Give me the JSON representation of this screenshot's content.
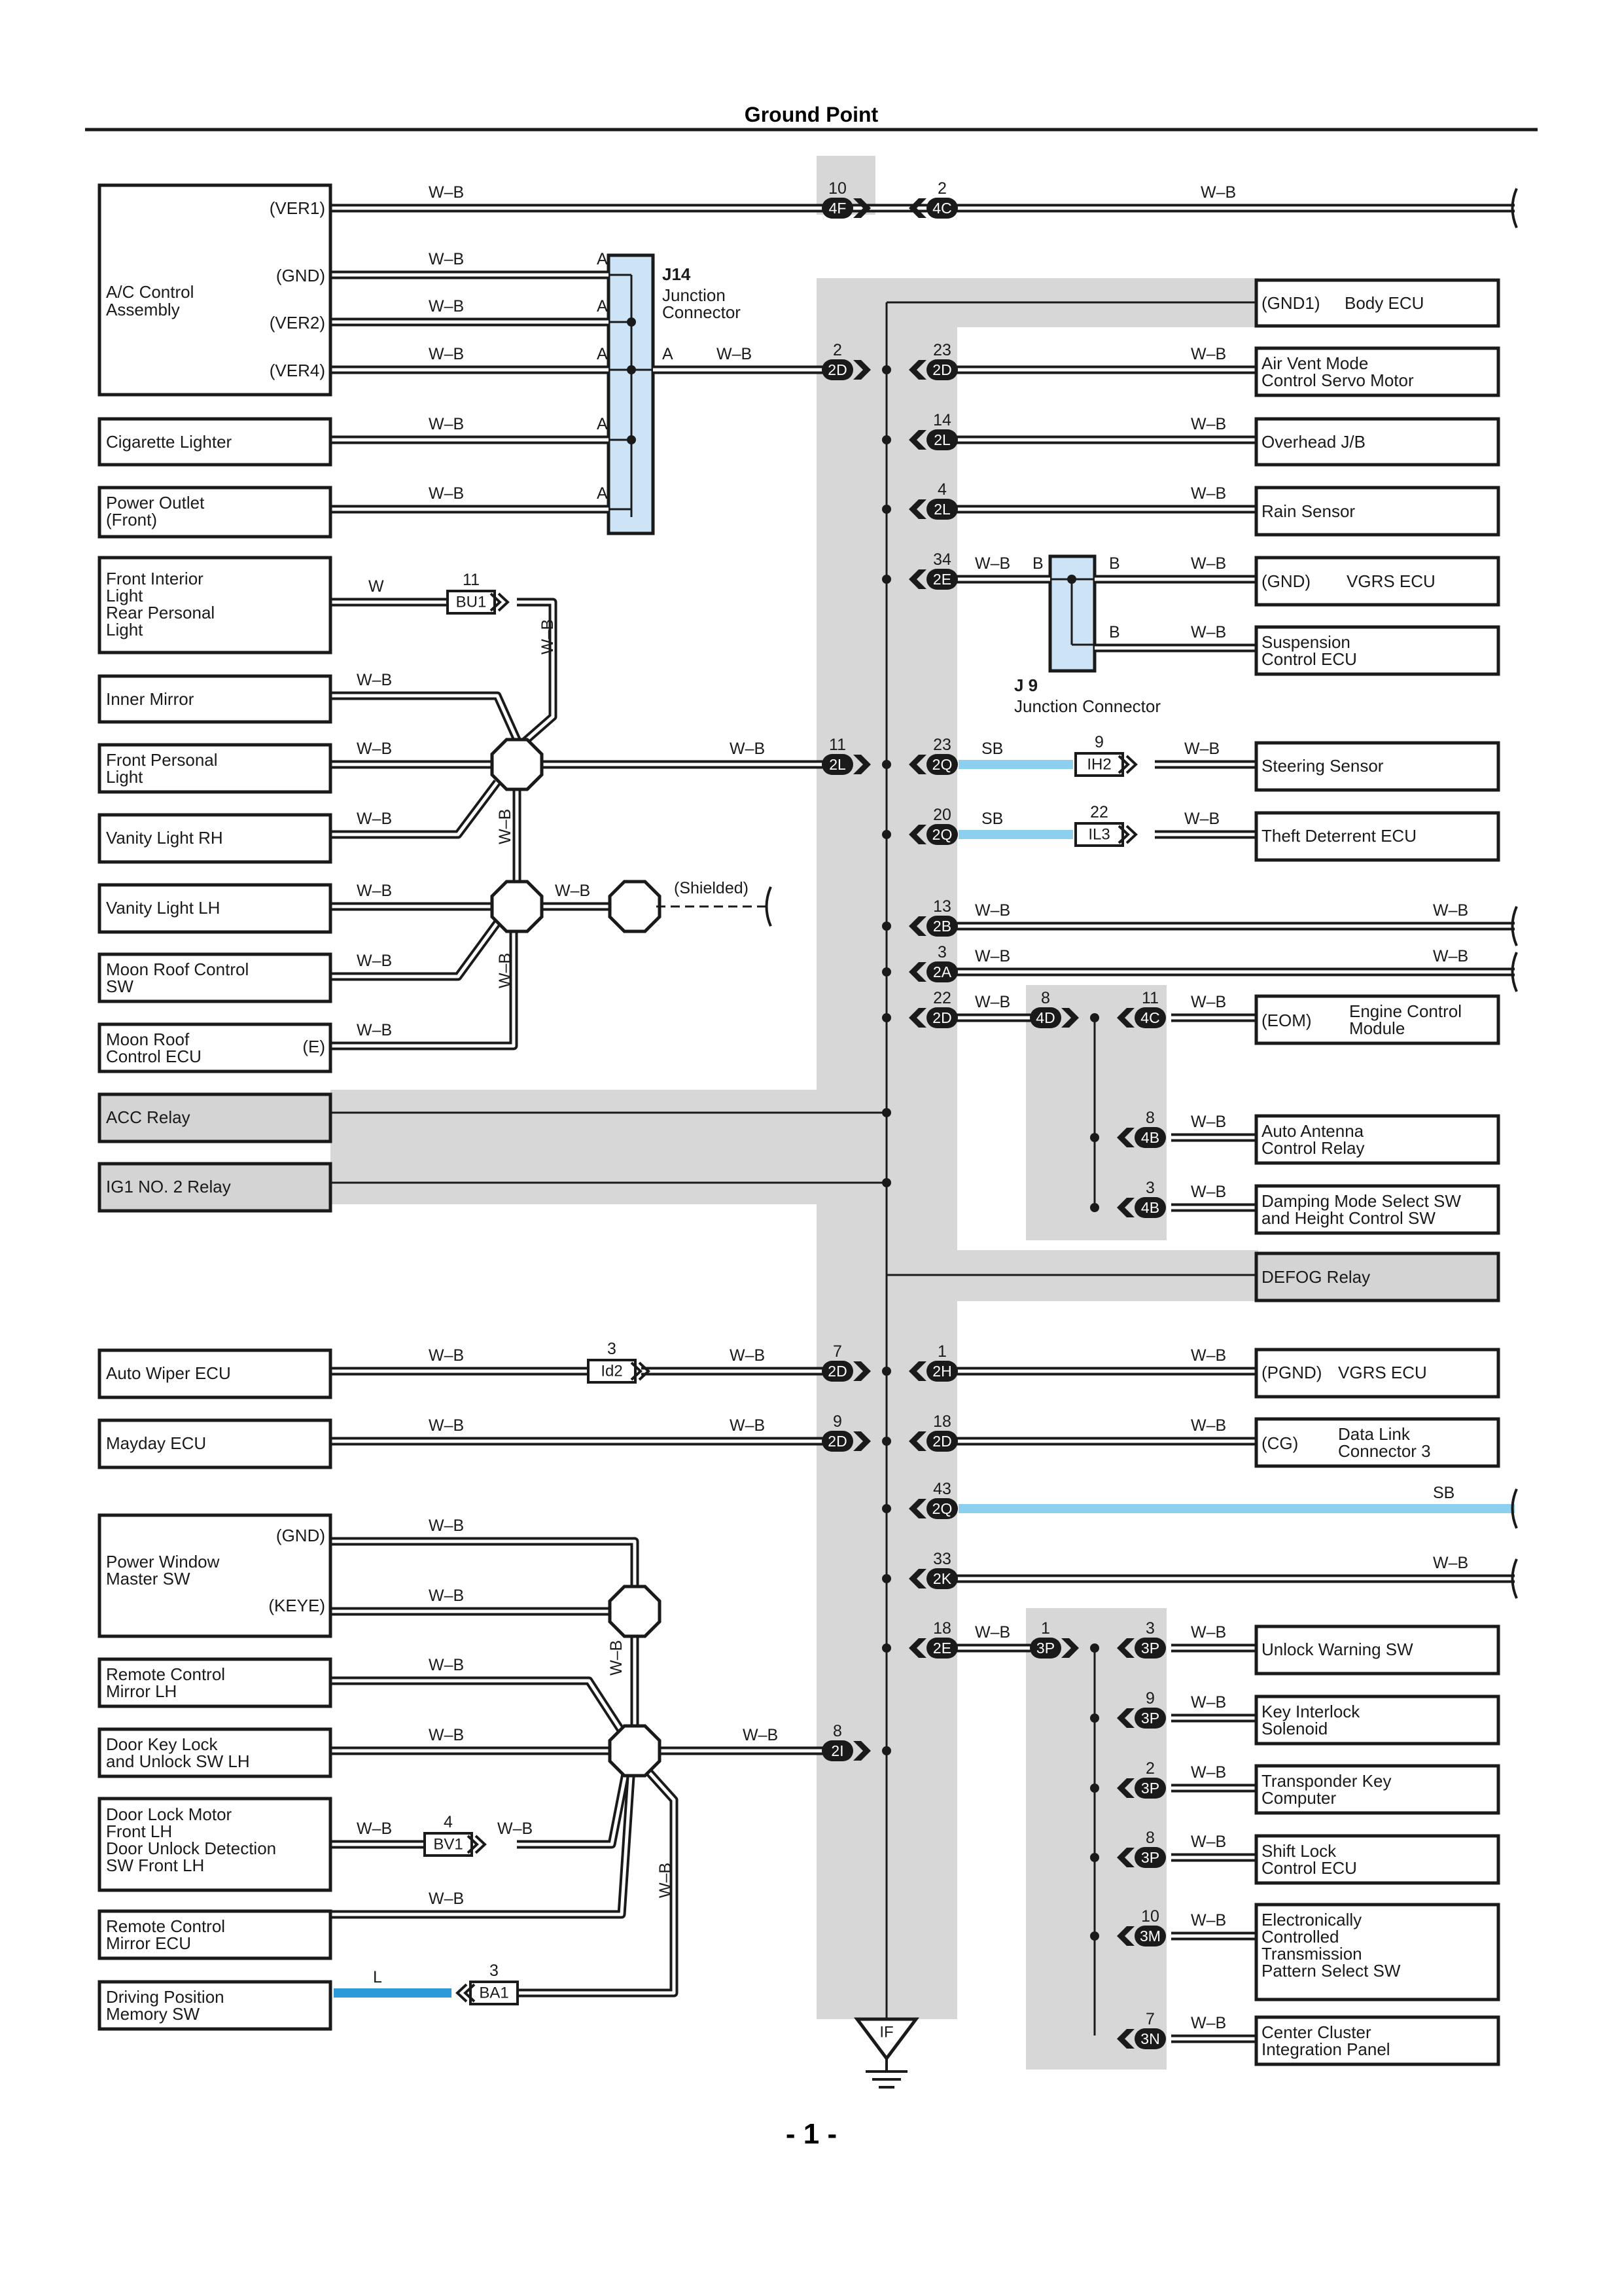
{
  "page": {
    "title": "Ground Point",
    "number": "- 1 -"
  },
  "colors": {
    "wire": "#1a1a1a",
    "wire_fill": "#ffffff",
    "shade": "#d7d7d7",
    "junction_fill": "#cce4f6",
    "sb_wire": "#8ccfef",
    "l_wire": "#2b9ad8",
    "connector_fill": "#1a1a1a"
  },
  "left_components": {
    "ac_control": {
      "name_1": "A/C Control",
      "name_2": "Assembly",
      "pin_ver1": "(VER1)",
      "pin_gnd": "(GND)",
      "pin_ver2": "(VER2)",
      "pin_ver4": "(VER4)"
    },
    "cigarette_lighter": "Cigarette Lighter",
    "power_outlet": {
      "line1": "Power Outlet",
      "line2": "(Front)"
    },
    "front_interior": {
      "line1": "Front Interior",
      "line2": "Light",
      "line3": "Rear Personal",
      "line4": "Light"
    },
    "inner_mirror": "Inner Mirror",
    "front_personal": {
      "line1": "Front Personal",
      "line2": "Light"
    },
    "vanity_rh": "Vanity Light RH",
    "vanity_lh": "Vanity Light LH",
    "moon_roof_sw": {
      "line1": "Moon Roof Control",
      "line2": "SW"
    },
    "moon_roof_ecu": {
      "line1": "Moon Roof",
      "line2": "Control ECU",
      "pin": "(E)"
    },
    "acc_relay": "ACC Relay",
    "ig1_relay": "IG1 NO. 2 Relay",
    "auto_wiper": "Auto Wiper ECU",
    "mayday": "Mayday ECU",
    "power_window": {
      "line1": "Power Window",
      "line2": "Master SW",
      "pin_gnd": "(GND)",
      "pin_keye": "(KEYE)"
    },
    "remote_mirror_lh": {
      "line1": "Remote Control",
      "line2": "Mirror LH"
    },
    "door_key_lock": {
      "line1": "Door Key Lock",
      "line2": "and Unlock SW LH"
    },
    "door_lock_motor": {
      "line1": "Door Lock Motor",
      "line2": "Front LH",
      "line3": "Door Unlock Detection",
      "line4": "SW Front LH"
    },
    "remote_mirror_ecu": {
      "line1": "Remote Control",
      "line2": "Mirror ECU"
    },
    "driving_position": {
      "line1": "Driving Position",
      "line2": "Memory SW"
    }
  },
  "right_components": {
    "body_ecu": {
      "pin": "(GND1)",
      "name": "Body ECU"
    },
    "air_vent": {
      "line1": "Air Vent Mode",
      "line2": "Control Servo Motor"
    },
    "overhead_jb": "Overhead J/B",
    "rain_sensor": "Rain Sensor",
    "vgrs_ecu_1": {
      "pin": "(GND)",
      "name": "VGRS ECU"
    },
    "suspension": {
      "line1": "Suspension",
      "line2": "Control ECU"
    },
    "steering_sensor": "Steering Sensor",
    "theft_deterrent": "Theft Deterrent ECU",
    "engine_control": {
      "pin": "(EOM)",
      "line1": "Engine Control",
      "line2": "Module"
    },
    "auto_antenna": {
      "line1": "Auto Antenna",
      "line2": "Control Relay"
    },
    "damping_mode": {
      "line1": "Damping Mode Select SW",
      "line2": "and Height Control SW"
    },
    "defog_relay": "DEFOG Relay",
    "vgrs_ecu_2": {
      "pin": "(PGND)",
      "name": "VGRS ECU"
    },
    "data_link": {
      "pin": "(CG)",
      "line1": "Data Link",
      "line2": "Connector 3"
    },
    "unlock_warning": "Unlock Warning SW",
    "key_interlock": {
      "line1": "Key Interlock",
      "line2": "Solenoid"
    },
    "transponder": {
      "line1": "Transponder Key",
      "line2": "Computer"
    },
    "shift_lock": {
      "line1": "Shift Lock",
      "line2": "Control ECU"
    },
    "ectp": {
      "line1": "Electronically",
      "line2": "Controlled",
      "line3": "Transmission",
      "line4": "Pattern Select SW"
    },
    "center_cluster": {
      "line1": "Center Cluster",
      "line2": "Integration Panel"
    }
  },
  "junctions": {
    "j14": {
      "id": "J14",
      "line1": "Junction",
      "line2": "Connector",
      "pin": "A"
    },
    "j9": {
      "id": "J 9",
      "name": "Junction Connector",
      "pin": "B"
    }
  },
  "wire_colors": {
    "wb": "W–B",
    "w": "W",
    "sb": "SB",
    "l": "L"
  },
  "shielded": "(Shielded)",
  "ground": "IF",
  "connectors": {
    "c4F": {
      "code": "4F",
      "pin": "10"
    },
    "c4C_top": {
      "code": "4C",
      "pin": "2"
    },
    "c2D_a": {
      "code": "2D",
      "pin": "2"
    },
    "c2D_b": {
      "code": "2D",
      "pin": "23"
    },
    "c2L_a": {
      "code": "2L",
      "pin": "14"
    },
    "c2L_b": {
      "code": "2L",
      "pin": "4"
    },
    "c2E_a": {
      "code": "2E",
      "pin": "34"
    },
    "c2L_c": {
      "code": "2L",
      "pin": "11"
    },
    "c2Q_a": {
      "code": "2Q",
      "pin": "23"
    },
    "c2Q_b": {
      "code": "2Q",
      "pin": "20"
    },
    "c2B": {
      "code": "2B",
      "pin": "13"
    },
    "c2A": {
      "code": "2A",
      "pin": "3"
    },
    "c2D_c": {
      "code": "2D",
      "pin": "22"
    },
    "c4D": {
      "code": "4D",
      "pin": "8"
    },
    "c4C": {
      "code": "4C",
      "pin": "11"
    },
    "c4B_a": {
      "code": "4B",
      "pin": "8"
    },
    "c4B_b": {
      "code": "4B",
      "pin": "3"
    },
    "c2D_d": {
      "code": "2D",
      "pin": "7"
    },
    "c2H": {
      "code": "2H",
      "pin": "1"
    },
    "c2D_e": {
      "code": "2D",
      "pin": "9"
    },
    "c2D_f": {
      "code": "2D",
      "pin": "18"
    },
    "c2Q_c": {
      "code": "2Q",
      "pin": "43"
    },
    "c2K": {
      "code": "2K",
      "pin": "33"
    },
    "c2E_b": {
      "code": "2E",
      "pin": "18"
    },
    "c3P_in": {
      "code": "3P",
      "pin": "1"
    },
    "c3P_a": {
      "code": "3P",
      "pin": "3"
    },
    "c3P_b": {
      "code": "3P",
      "pin": "9"
    },
    "c3P_c": {
      "code": "3P",
      "pin": "2"
    },
    "c3P_d": {
      "code": "3P",
      "pin": "8"
    },
    "c3M": {
      "code": "3M",
      "pin": "10"
    },
    "c3N": {
      "code": "3N",
      "pin": "7"
    },
    "c2I": {
      "code": "2I",
      "pin": "8"
    },
    "BU1": {
      "code": "BU1",
      "pin": "11"
    },
    "IH2": {
      "code": "IH2",
      "pin": "9"
    },
    "IL3": {
      "code": "IL3",
      "pin": "22"
    },
    "Id2": {
      "code": "Id2",
      "pin": "3"
    },
    "BV1": {
      "code": "BV1",
      "pin": "4"
    },
    "BA1": {
      "code": "BA1",
      "pin": "3"
    }
  }
}
